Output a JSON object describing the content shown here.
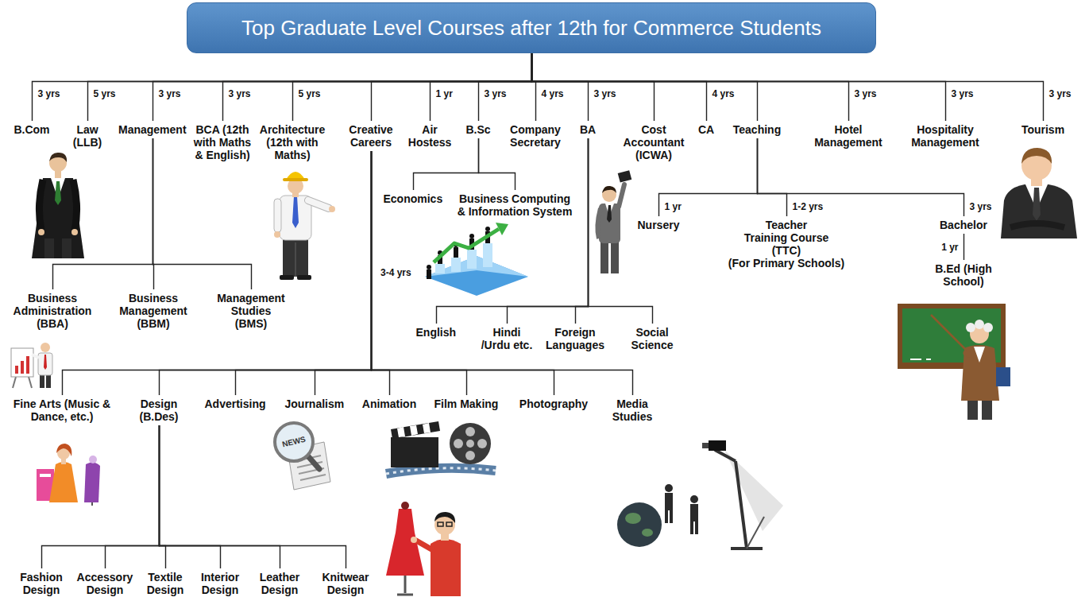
{
  "diagram": {
    "nodes": [
      {
        "text": [
          "Top Graduate Level Courses after 12th for Commerce Students"
        ]
      },
      {
        "text": [
          "B.Com"
        ]
      },
      {
        "text": [
          "Law (LLB)"
        ]
      },
      {
        "text": [
          "Management"
        ]
      },
      {
        "text": [
          "BCA (12th with Maths & English)"
        ]
      },
      {
        "text": [
          "Architecture (12th with Maths)"
        ]
      },
      {
        "text": [
          "Creative Careers"
        ]
      },
      {
        "text": [
          "Air Hostess"
        ]
      },
      {
        "text": [
          "B.Sc"
        ]
      },
      {
        "text": [
          "Company Secretary"
        ]
      },
      {
        "text": [
          "BA"
        ]
      },
      {
        "text": [
          "Cost Accountant (ICWA)"
        ]
      },
      {
        "text": [
          "CA"
        ]
      },
      {
        "text": [
          "Teaching"
        ]
      },
      {
        "text": [
          "Hotel Management"
        ]
      },
      {
        "text": [
          "Hospitality Management"
        ]
      },
      {
        "text": [
          "Tourism"
        ]
      },
      {
        "text": [
          "Business Administration (BBA)"
        ]
      },
      {
        "text": [
          "Business Management (BBM)"
        ]
      },
      {
        "text": [
          "Management Studies (BMS)"
        ]
      },
      {
        "text": [
          "Economics"
        ]
      },
      {
        "text": [
          "Business Computing & Information System"
        ]
      },
      {
        "text": [
          "English"
        ]
      },
      {
        "text": [
          "Hindi /Urdu etc."
        ]
      },
      {
        "text": [
          "Foreign Languages"
        ]
      },
      {
        "text": [
          "Social Science"
        ]
      },
      {
        "text": [
          "Nursery"
        ]
      },
      {
        "text": [
          "Teacher Training Course (TTC)",
          "(For Primary Schools)"
        ]
      },
      {
        "text": [
          "Bachelor"
        ]
      },
      {
        "text": [
          "B.Ed (High School)"
        ]
      },
      {
        "text": [
          "Fine Arts (Music & Dance, etc.)"
        ]
      },
      {
        "text": [
          "Design (B.Des)"
        ]
      },
      {
        "text": [
          "Advertising"
        ]
      },
      {
        "text": [
          "Journalism"
        ]
      },
      {
        "text": [
          "Animation"
        ]
      },
      {
        "text": [
          "Film Making"
        ]
      },
      {
        "text": [
          "Photography"
        ]
      },
      {
        "text": [
          "Media Studies"
        ]
      },
      {
        "text": [
          "Fashion Design"
        ]
      },
      {
        "text": [
          "Accessory Design"
        ]
      },
      {
        "text": [
          "Textile Design"
        ]
      },
      {
        "text": [
          "Interior Design"
        ]
      },
      {
        "text": [
          "Leather Design"
        ]
      },
      {
        "text": [
          "Knitwear Design"
        ]
      }
    ],
    "edges": [
      {
        "from": 0,
        "to": 1,
        "arrow": "none",
        "label": "3 yrs"
      },
      {
        "from": 0,
        "to": 2,
        "arrow": "none",
        "label": "5 yrs"
      },
      {
        "from": 0,
        "to": 3,
        "arrow": "none",
        "label": "3 yrs"
      },
      {
        "from": 0,
        "to": 4,
        "arrow": "none",
        "label": "3 yrs"
      },
      {
        "from": 0,
        "to": 5,
        "arrow": "none",
        "label": "5 yrs"
      },
      {
        "from": 0,
        "to": 6,
        "arrow": "none"
      },
      {
        "from": 0,
        "to": 7,
        "arrow": "none",
        "label": "1 yr"
      },
      {
        "from": 0,
        "to": 8,
        "arrow": "none",
        "label": "3 yrs"
      },
      {
        "from": 0,
        "to": 9,
        "arrow": "none",
        "label": "4 yrs"
      },
      {
        "from": 0,
        "to": 10,
        "arrow": "none",
        "label": "3 yrs"
      },
      {
        "from": 0,
        "to": 11,
        "arrow": "none"
      },
      {
        "from": 0,
        "to": 12,
        "arrow": "none",
        "label": "4 yrs"
      },
      {
        "from": 0,
        "to": 13,
        "arrow": "none"
      },
      {
        "from": 0,
        "to": 14,
        "arrow": "none",
        "label": "3 yrs"
      },
      {
        "from": 0,
        "to": 15,
        "arrow": "none",
        "label": "3 yrs"
      },
      {
        "from": 0,
        "to": 16,
        "arrow": "none",
        "label": "3 yrs"
      },
      {
        "from": 3,
        "to": 17,
        "arrow": "none"
      },
      {
        "from": 3,
        "to": 18,
        "arrow": "none"
      },
      {
        "from": 3,
        "to": 19,
        "arrow": "none"
      },
      {
        "from": 8,
        "to": 20,
        "arrow": "none"
      },
      {
        "from": 8,
        "to": 21,
        "arrow": "none"
      },
      {
        "from": 10,
        "to": 22,
        "arrow": "none"
      },
      {
        "from": 10,
        "to": 23,
        "arrow": "none"
      },
      {
        "from": 10,
        "to": 24,
        "arrow": "none"
      },
      {
        "from": 10,
        "to": 25,
        "arrow": "none"
      },
      {
        "from": 13,
        "to": 26,
        "arrow": "none",
        "label": "1 yr"
      },
      {
        "from": 13,
        "to": 27,
        "arrow": "none",
        "label": "1-2 yrs"
      },
      {
        "from": 13,
        "to": 28,
        "arrow": "none",
        "label": "3 yrs"
      },
      {
        "from": 28,
        "to": 29,
        "arrow": "none",
        "label": "1 yr"
      },
      {
        "from": 6,
        "to": 30,
        "arrow": "none"
      },
      {
        "from": 6,
        "to": 31,
        "arrow": "none"
      },
      {
        "from": 6,
        "to": 32,
        "arrow": "none"
      },
      {
        "from": 6,
        "to": 33,
        "arrow": "none"
      },
      {
        "from": 6,
        "to": 34,
        "arrow": "none"
      },
      {
        "from": 6,
        "to": 35,
        "arrow": "none"
      },
      {
        "from": 6,
        "to": 36,
        "arrow": "none"
      },
      {
        "from": 6,
        "to": 37,
        "arrow": "none"
      },
      {
        "from": 31,
        "to": 38,
        "arrow": "none"
      },
      {
        "from": 31,
        "to": 39,
        "arrow": "none"
      },
      {
        "from": 31,
        "to": 40,
        "arrow": "none"
      },
      {
        "from": 31,
        "to": 41,
        "arrow": "none"
      },
      {
        "from": 31,
        "to": 42,
        "arrow": "none"
      },
      {
        "from": 31,
        "to": 43,
        "arrow": "none"
      }
    ],
    "labels": [
      "3-4 yrs",
      "NEWS"
    ]
  }
}
